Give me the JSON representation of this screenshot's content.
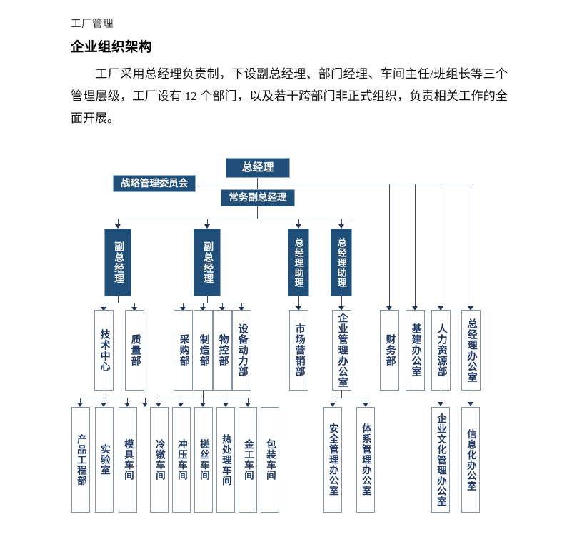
{
  "header": {
    "running_head": "工厂管理",
    "title": "企业组织架构"
  },
  "body": {
    "paragraph": "工厂采用总经理负责制，下设副总经理、部门经理、车间主任/班组长等三个管理层级，工厂设有 12 个部门，以及若干跨部门非正式组织，负责相关工作的全面开展。"
  },
  "colors": {
    "node_dark_fill": "#1F4E79",
    "node_dark_border": "#8EA9C6",
    "node_dark_text": "#FFFFFF",
    "node_light_fill": "#FFFFFF",
    "node_light_border": "#8496AB",
    "node_light_text": "#1F3864",
    "connector": "#3B4A5F",
    "page_background": "#FFFFFF"
  },
  "chart_data": {
    "type": "org-chart",
    "title": "企业组织架构",
    "levels": 5,
    "nodes": {
      "gm": "总经理",
      "strategy": "战略管理委员会",
      "exec_vgm": "常务副总经理",
      "vgm1": "副总经理",
      "vgm2": "副总经理",
      "asst1": "总经理助理",
      "asst2": "总经理助理",
      "d_tech": "技术中心",
      "d_quality": "质量部",
      "d_purchase": "采购部",
      "d_manufacture": "制造部",
      "d_matctrl": "物控部",
      "d_equip": "设备动力部",
      "d_marketing": "市场营销部",
      "d_entmgmt": "企业管理办公室",
      "d_finance": "财务部",
      "d_construct": "基建办公室",
      "d_hr": "人力资源部",
      "d_gmoffice": "总经理办公室",
      "w_product_eng": "产品工程部",
      "w_lab": "实验室",
      "w_mold": "模具车间",
      "w_coldheading": "冷镦车间",
      "w_stamping": "冲压车间",
      "w_threadroll": "搓丝车间",
      "w_heattreat": "热处理车间",
      "w_metalwork": "金工车间",
      "w_packaging": "包装车间",
      "w_safety": "安全管理办公室",
      "w_system": "体系管理办公室",
      "w_culture": "企业文化管理办公室",
      "w_informatization": "信息化办公室"
    },
    "edges": [
      {
        "from": "gm",
        "to": "exec_vgm"
      },
      {
        "from": "gm",
        "to": "strategy"
      },
      {
        "from": "exec_vgm",
        "to": "vgm1"
      },
      {
        "from": "exec_vgm",
        "to": "vgm2"
      },
      {
        "from": "exec_vgm",
        "to": "asst1"
      },
      {
        "from": "exec_vgm",
        "to": "asst2"
      },
      {
        "from": "vgm1",
        "to": "d_tech"
      },
      {
        "from": "vgm1",
        "to": "d_quality"
      },
      {
        "from": "vgm2",
        "to": "d_purchase"
      },
      {
        "from": "vgm2",
        "to": "d_manufacture"
      },
      {
        "from": "vgm2",
        "to": "d_matctrl"
      },
      {
        "from": "vgm2",
        "to": "d_equip"
      },
      {
        "from": "asst1",
        "to": "d_marketing"
      },
      {
        "from": "asst2",
        "to": "d_entmgmt"
      },
      {
        "from": "strategy",
        "to": "d_finance"
      },
      {
        "from": "strategy",
        "to": "d_construct"
      },
      {
        "from": "strategy",
        "to": "d_hr"
      },
      {
        "from": "strategy",
        "to": "d_gmoffice"
      },
      {
        "from": "d_tech",
        "to": "w_product_eng"
      },
      {
        "from": "d_tech",
        "to": "w_lab"
      },
      {
        "from": "d_tech",
        "to": "w_mold"
      },
      {
        "from": "d_manufacture",
        "to": "w_coldheading"
      },
      {
        "from": "d_manufacture",
        "to": "w_stamping"
      },
      {
        "from": "d_manufacture",
        "to": "w_threadroll"
      },
      {
        "from": "d_manufacture",
        "to": "w_heattreat"
      },
      {
        "from": "d_manufacture",
        "to": "w_metalwork"
      },
      {
        "from": "d_manufacture",
        "to": "w_packaging"
      },
      {
        "from": "d_entmgmt",
        "to": "w_safety"
      },
      {
        "from": "d_entmgmt",
        "to": "w_system"
      },
      {
        "from": "d_hr",
        "to": "w_culture"
      },
      {
        "from": "d_gmoffice",
        "to": "w_informatization"
      }
    ]
  }
}
